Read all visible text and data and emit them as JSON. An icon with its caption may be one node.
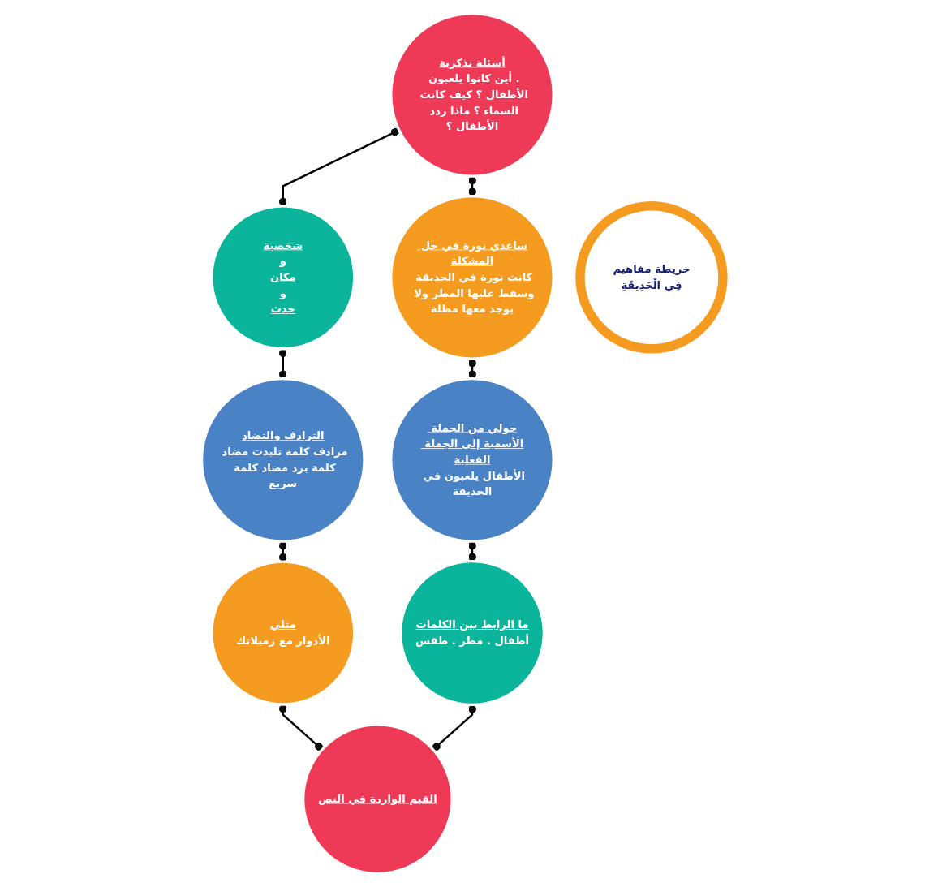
{
  "diagram": {
    "nodes": [
      {
        "text": [
          "أسئلة تذكرية",
          ". أين كانوا يلعبون الأطفال ؟ كيف كانت السماء ؟ ماذا ردد الأطفال ؟"
        ]
      },
      {
        "text": [
          "شخصية",
          "و",
          "مكان",
          "و",
          "حدث"
        ]
      },
      {
        "text": [
          "الترادف والتضاد",
          "مرادف كلمة تلبدت مضاد كلمة برد مضاد كلمة سريع"
        ]
      },
      {
        "text": [
          "مثلي",
          "الأدوار مع زميلاتك"
        ]
      },
      {
        "text": [
          "القيم الواردة في النص"
        ]
      },
      {
        "text": [
          "ما الرابط بين الكلمات",
          "أطفال . مطر . طقس"
        ]
      },
      {
        "text": [
          "حولي من الجملة الأسمية إلى الجملة الفعلية",
          "الأطفال يلعبون في الحديقة"
        ]
      },
      {
        "text": [
          "ساعدي نورة في حل المشكلة",
          "كانت نورة في الحديقة وسقط عليها المطر ولا يوجد معها مظلة"
        ]
      },
      {
        "text": [
          "خريطة مفاهيم",
          "فِي الْحَدِيقَةِ"
        ]
      }
    ],
    "edges": [
      {
        "from": 0,
        "to": 1,
        "arrow": "other"
      },
      {
        "from": 1,
        "to": 2,
        "arrow": "other"
      },
      {
        "from": 2,
        "to": 3,
        "arrow": "other"
      },
      {
        "from": 3,
        "to": 4,
        "arrow": "other"
      },
      {
        "from": 0,
        "to": 7,
        "arrow": "other"
      },
      {
        "from": 7,
        "to": 6,
        "arrow": "other"
      },
      {
        "from": 6,
        "to": 5,
        "arrow": "other"
      },
      {
        "from": 5,
        "to": 4,
        "arrow": "other"
      }
    ]
  }
}
